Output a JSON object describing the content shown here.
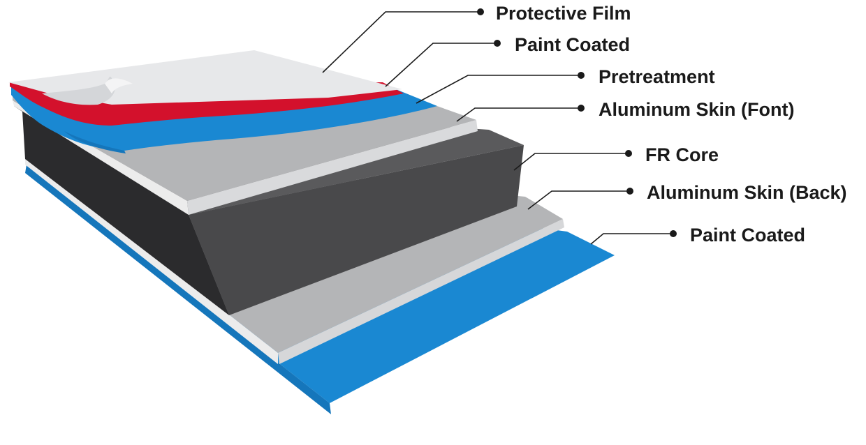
{
  "colors": {
    "protective_film": "#e7e8ea",
    "paint_red": "#d3112c",
    "pretreatment_blue": "#1a88d2",
    "aluminum_light": "#b4b5b7",
    "aluminum_edge": "#ececec",
    "core_top": "#5a5a5c",
    "core_side": "#2b2b2d",
    "leader": "#1a1a1a"
  },
  "layers": [
    {
      "id": "protective-film",
      "label": "Protective Film",
      "icon": "dot"
    },
    {
      "id": "paint-coated-front",
      "label": "Paint Coated",
      "icon": "dot"
    },
    {
      "id": "pretreatment",
      "label": "Pretreatment",
      "icon": "dot"
    },
    {
      "id": "aluminum-skin-front",
      "label": "Aluminum Skin (Font)",
      "icon": "dot"
    },
    {
      "id": "fr-core",
      "label": "FR Core",
      "icon": "dot"
    },
    {
      "id": "aluminum-skin-back",
      "label": "Aluminum Skin (Back)",
      "icon": "dot"
    },
    {
      "id": "paint-coated-back",
      "label": "Paint Coated",
      "icon": "dot"
    }
  ]
}
